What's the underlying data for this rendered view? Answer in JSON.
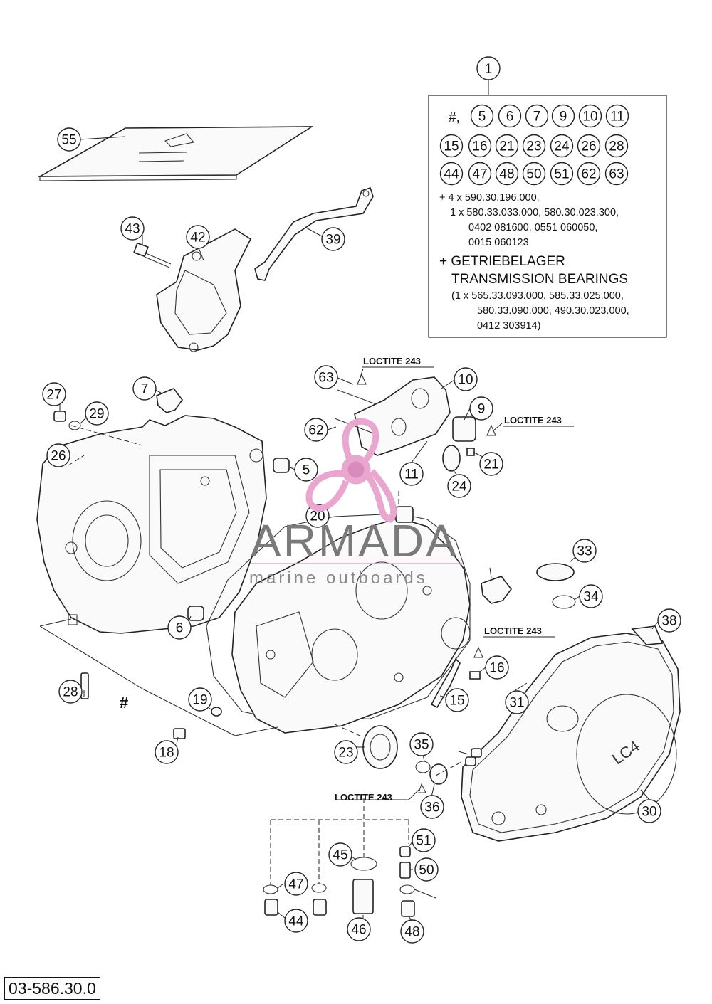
{
  "kit_number": "1",
  "kit": {
    "hash": "#,",
    "row1": [
      "5",
      "6",
      "7",
      "9",
      "10",
      "11"
    ],
    "row2": [
      "15",
      "16",
      "21",
      "23",
      "24",
      "26",
      "28"
    ],
    "row3": [
      "44",
      "47",
      "48",
      "50",
      "51",
      "62",
      "63"
    ],
    "lines": [
      "+ 4 x 590.30.196.000,",
      "1 x 580.33.033.000, 580.30.023.300,",
      "0402 081600, 0551 060050,",
      "0015 060123"
    ],
    "bearings_de": "+ GETRIEBELAGER",
    "bearings_en": "TRANSMISSION BEARINGS",
    "bearings_lines": [
      "(1 x 565.33.093.000, 585.33.025.000,",
      "580.33.090.000, 490.30.023.000,",
      "0412 303914)"
    ]
  },
  "loctite_label": "LOCTITE 243",
  "hash_mark": "#",
  "cover_mark": "LC4",
  "callouts": [
    "55",
    "43",
    "42",
    "39",
    "63",
    "10",
    "9",
    "62",
    "11",
    "21",
    "24",
    "7",
    "5",
    "27",
    "29",
    "26",
    "20",
    "33",
    "34",
    "6",
    "16",
    "15",
    "38",
    "28",
    "19",
    "31",
    "18",
    "23",
    "35",
    "36",
    "30",
    "45",
    "51",
    "50",
    "47",
    "44",
    "46",
    "48"
  ],
  "watermark": {
    "brand": "ARMADA",
    "tagline": "marine outboards",
    "colors": {
      "logo": "#e9a6cf",
      "logo_center": "#d98bbd",
      "text": "#7a7a7a"
    }
  },
  "diagram_code": "03-586.30.0"
}
